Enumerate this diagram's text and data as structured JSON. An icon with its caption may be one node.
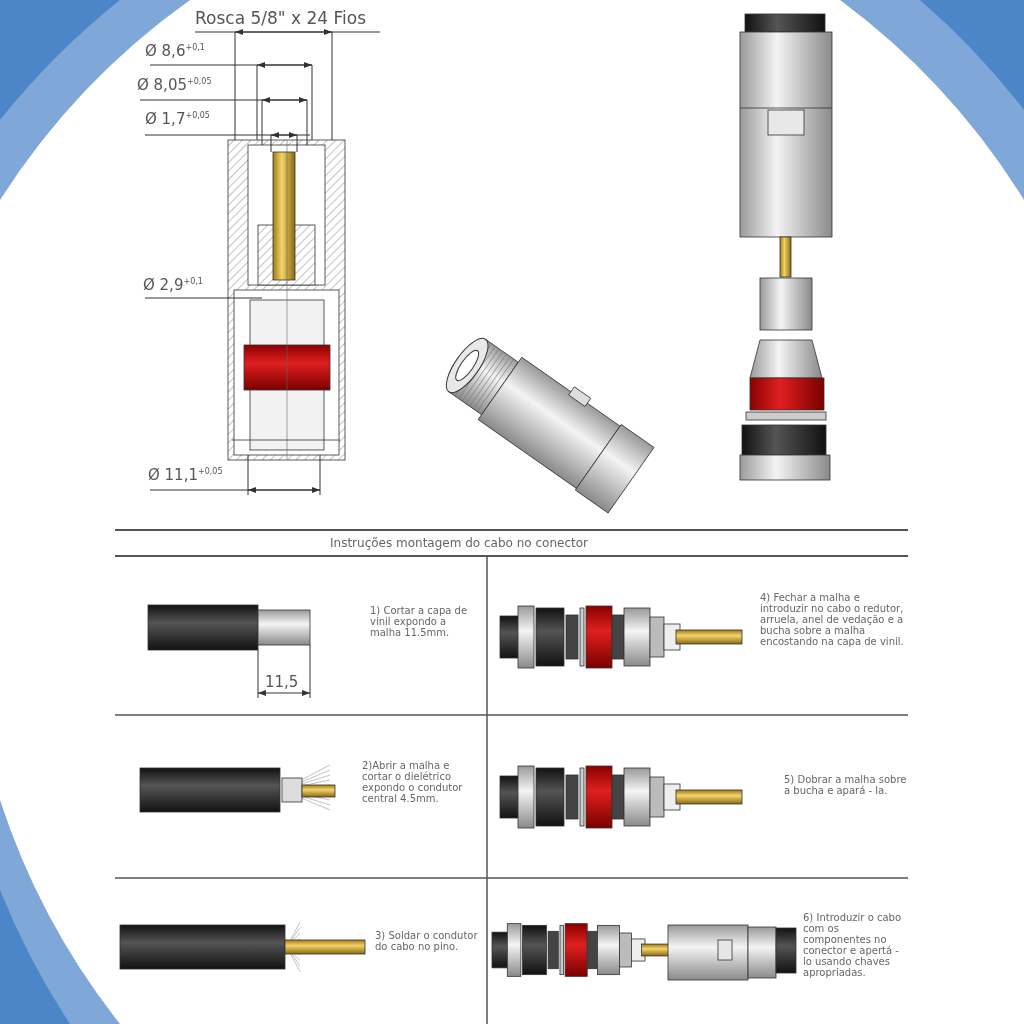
{
  "diagram": {
    "labels": [
      "Rosca 5/8\" x 24 Fios",
      "Ø 8,6$^{+0,1}$",
      "Ø 8,05$^{+0,05}$",
      "Ø 1,7$^{+0,05}$",
      "Ø 2,9$^{+0,1}$",
      "Ø 11,1$^{+0,05}$",
      "Instruções montagem do cabo no conector",
      "1) Cortar a capa de vinil expondo a malha 11.5mm.",
      "11,5",
      "4) Fechar a malha e introduzir no cabo o redutor, arruela, anel de vedação e a bucha sobre a malha encostando na capa de vinil.",
      "2)Abrir a malha e cortar o dielétrico expondo o condutor central 4.5mm.",
      "5) Dobrar a malha sobre a bucha e apará - la.",
      "3) Soldar o condutor do cabo no pino.",
      "6) Introduzir o cabo com os componentes no conector e apertá - lo usando chaves apropriadas."
    ]
  }
}
